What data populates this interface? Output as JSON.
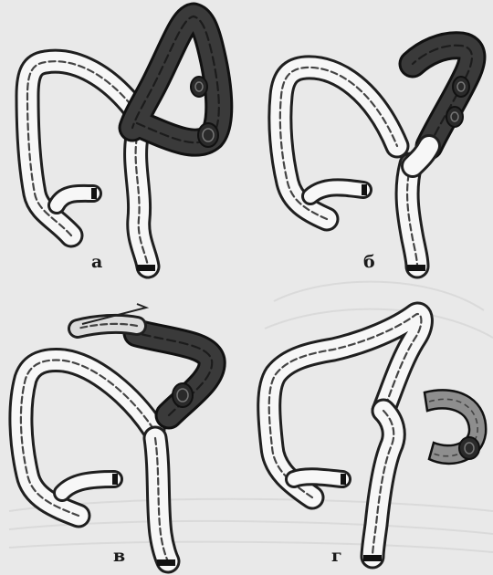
{
  "figure": {
    "panels": [
      {
        "id": "a",
        "label": "а"
      },
      {
        "id": "b",
        "label": "б"
      },
      {
        "id": "c",
        "label": "в"
      },
      {
        "id": "d",
        "label": "г"
      }
    ],
    "colors": {
      "background": "#e9e9e9",
      "bowel_outline": "#1f1f1f",
      "bowel_fill": "#f7f7f7",
      "affected_segment": "#3a3a3a",
      "affected_segment_light": "#777777"
    }
  }
}
